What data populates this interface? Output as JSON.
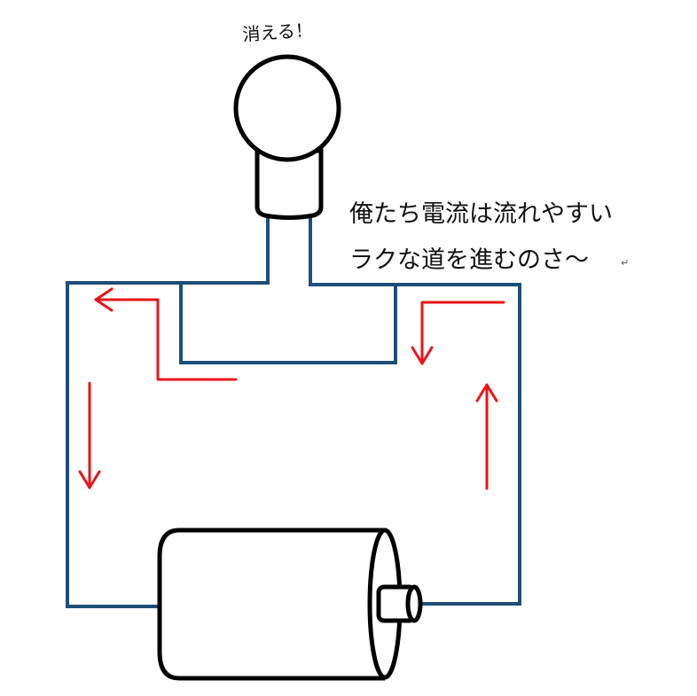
{
  "labels": {
    "bulb_exclaim": "消える！",
    "speech_line1": "俺たち電流は流れやすい",
    "speech_line2": "ラクな道を進むのさ～",
    "paragraph_mark": "↵"
  },
  "colors": {
    "wire": "#1f4e79",
    "arrow": "#e8141b",
    "outline": "#000000",
    "fill": "#ffffff"
  },
  "icons": {
    "bulb": "light-bulb-icon",
    "battery": "battery-icon"
  }
}
